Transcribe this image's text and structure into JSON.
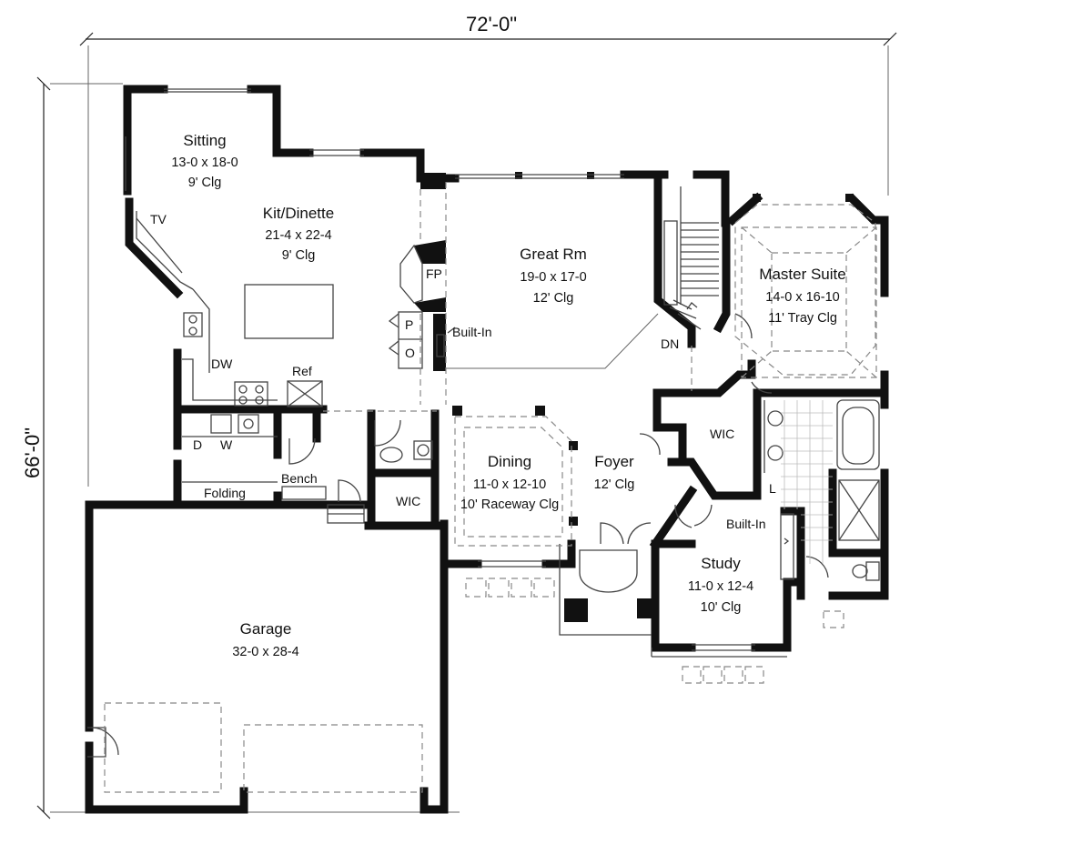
{
  "dimensions": {
    "width_label": "72'-0\"",
    "depth_label": "66'-0\""
  },
  "rooms": {
    "sitting": {
      "name": "Sitting",
      "size": "13-0 x 18-0",
      "ceiling": "9' Clg"
    },
    "kitchen": {
      "name": "Kit/Dinette",
      "size": "21-4 x 22-4",
      "ceiling": "9' Clg"
    },
    "great": {
      "name": "Great Rm",
      "size": "19-0 x 17-0",
      "ceiling": "12' Clg"
    },
    "master": {
      "name": "Master Suite",
      "size": "14-0 x 16-10",
      "ceiling": "11' Tray Clg"
    },
    "dining": {
      "name": "Dining",
      "size": "11-0 x 12-10",
      "ceiling": "10' Raceway Clg"
    },
    "foyer": {
      "name": "Foyer",
      "ceiling": "12' Clg"
    },
    "study": {
      "name": "Study",
      "size": "11-0 x 12-4",
      "ceiling": "10' Clg"
    },
    "garage": {
      "name": "Garage",
      "size": "32-0 x 28-4"
    }
  },
  "labels": {
    "tv": "TV",
    "fp": "FP",
    "pantry": "P",
    "o": "O",
    "builtin_great": "Built-In",
    "dn": "DN",
    "dw": "DW",
    "ref": "Ref",
    "d": "D",
    "w": "W",
    "folding": "Folding",
    "bench": "Bench",
    "wic_mud": "WIC",
    "wic_master": "WIC",
    "l": "L",
    "builtin_study": "Built-In"
  }
}
